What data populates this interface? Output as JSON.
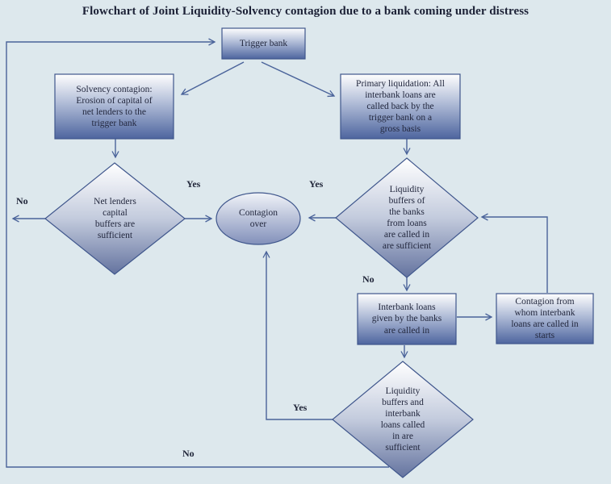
{
  "title": "Flowchart of Joint Liquidity-Solvency contagion due to a bank coming under distress",
  "nodes": {
    "trigger_bank": {
      "shape": "rectangle",
      "label": "Trigger bank"
    },
    "solvency_contagion": {
      "shape": "rectangle",
      "label": "Solvency contagion:\nErosion of capital of\nnet lenders to the\ntrigger bank"
    },
    "primary_liquidation": {
      "shape": "rectangle",
      "label": "Primary liquidation: All\ninterbank loans are\ncalled back by the\ntrigger bank on a\ngross basis"
    },
    "net_lenders_buffers": {
      "shape": "diamond",
      "label": "Net lenders\ncapital\nbuffers are\nsufficient"
    },
    "contagion_over": {
      "shape": "ellipse",
      "label": "Contagion\nover"
    },
    "liquidity_buffers": {
      "shape": "diamond",
      "label": "Liquidity\nbuffers of\nthe banks\nfrom loans\nare called in\nare sufficient"
    },
    "interbank_loans_called": {
      "shape": "rectangle",
      "label": "Interbank loans\ngiven by the banks\nare called in"
    },
    "contagion_starts": {
      "shape": "rectangle",
      "label": "Contagion from\nwhom interbank\nloans are called in\nstarts"
    },
    "liquidity_and_interbank": {
      "shape": "diamond",
      "label": "Liquidity\nbuffers and\ninterbank\nloans called\nin are\nsufficient"
    }
  },
  "edge_labels": {
    "net_lenders_no": "No",
    "net_lenders_yes": "Yes",
    "liquidity_buffers_yes": "Yes",
    "liquidity_buffers_no": "No",
    "bottom_diamond_yes": "Yes",
    "bottom_diamond_no": "No"
  },
  "colors": {
    "background": "#dde8ed",
    "connector": "#4a639a",
    "shape_border": "#3f568c",
    "shape_gradient_top": "#ffffff",
    "shape_gradient_bottom": "#4e659f",
    "text": "#23283e"
  }
}
